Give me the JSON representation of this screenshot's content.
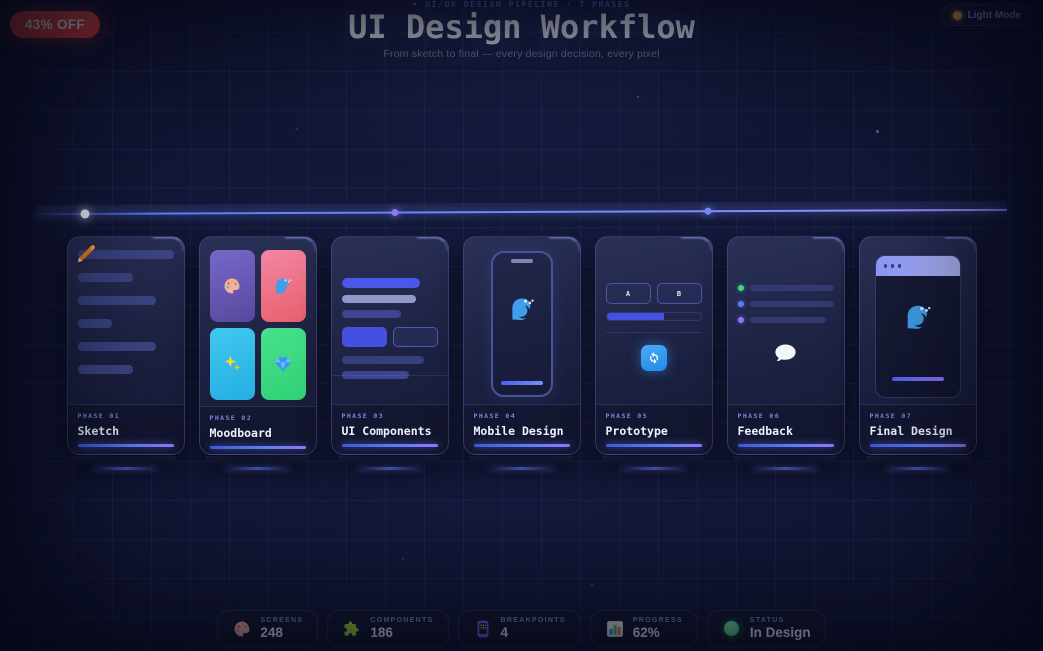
{
  "promo": {
    "label": "43% OFF"
  },
  "theme_toggle": {
    "label": "Light Mode",
    "icon": "sun-icon"
  },
  "header": {
    "eyebrow": "• UI/UX DESIGN PIPELINE · 7 PHASES",
    "title": "UI Design Workflow",
    "subtitle": "From sketch to final — every design decision, every pixel"
  },
  "timeline": {
    "milestone_dots": 3
  },
  "phases": [
    {
      "phase": "PHASE 01",
      "title": "Sketch",
      "icon": "pencil-icon"
    },
    {
      "phase": "PHASE 02",
      "title": "Moodboard",
      "icons": [
        "palette-icon",
        "wave-icon",
        "sparkles-icon",
        "gem-icon"
      ]
    },
    {
      "phase": "PHASE 03",
      "title": "UI Components"
    },
    {
      "phase": "PHASE 04",
      "title": "Mobile Design",
      "icon": "wave-icon"
    },
    {
      "phase": "PHASE 05",
      "title": "Prototype",
      "icon": "sync-icon",
      "variant_a": "A",
      "variant_b": "B"
    },
    {
      "phase": "PHASE 06",
      "title": "Feedback",
      "icon": "speech-bubble-icon"
    },
    {
      "phase": "PHASE 07",
      "title": "Final Design",
      "icon": "wave-icon"
    }
  ],
  "stats": [
    {
      "icon": "palette-icon",
      "label": "SCREENS",
      "value": "248"
    },
    {
      "icon": "puzzle-icon",
      "label": "COMPONENTS",
      "value": "186"
    },
    {
      "icon": "phone-icon",
      "label": "BREAKPOINTS",
      "value": "4"
    },
    {
      "icon": "bar-chart-icon",
      "label": "PROGRESS",
      "value": "62%"
    },
    {
      "icon": "status-dot-icon",
      "label": "STATUS",
      "value": "In Design"
    }
  ],
  "colors": {
    "background": "#121635",
    "promo_red": "#e84445",
    "accent_blue": "#5c7cfa",
    "accent_purple": "#9775fa",
    "card_background": "#222748",
    "status_green": "#3dd67e",
    "sun_orange": "#ffa94d"
  }
}
